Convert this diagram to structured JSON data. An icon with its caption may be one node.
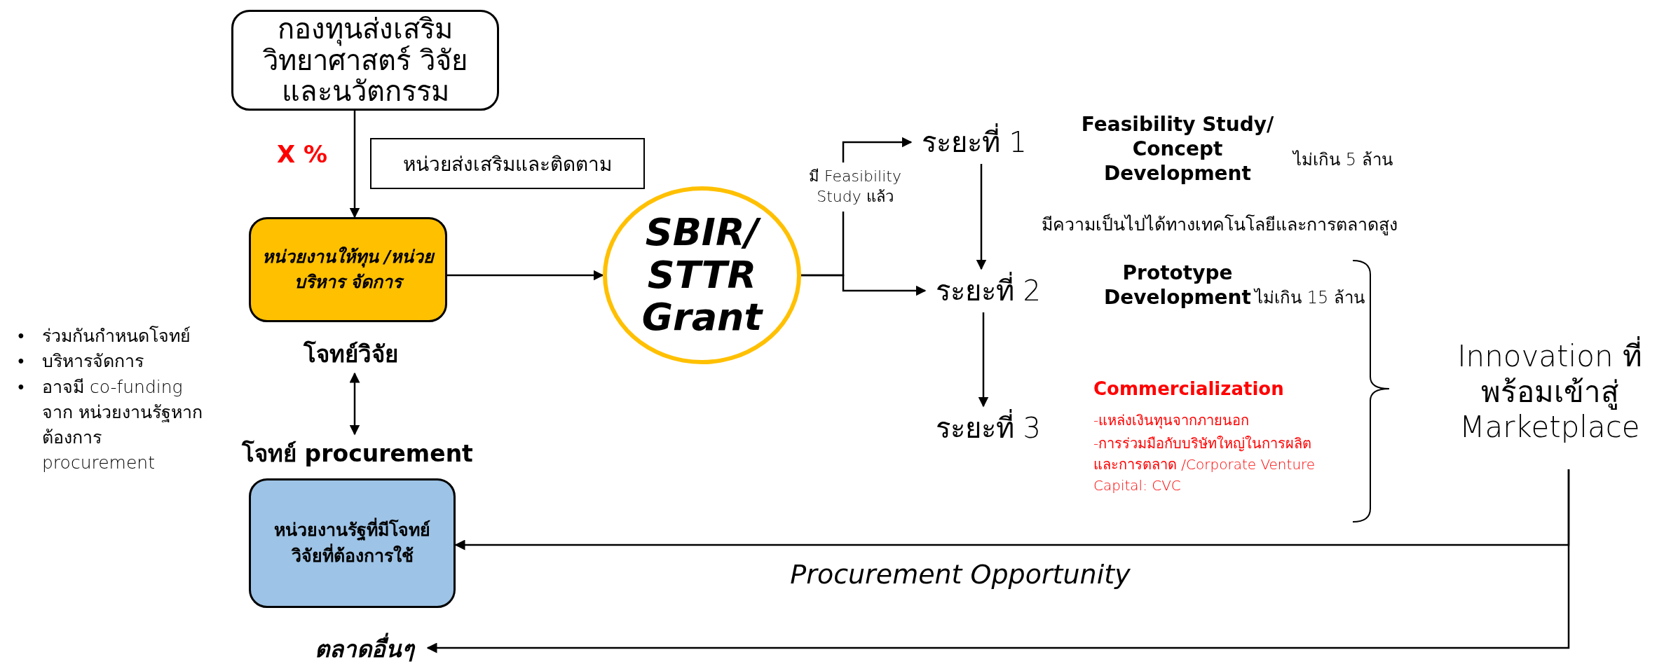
{
  "diagram": {
    "nodes": [
      {
        "text": [
          "กองทุนส่งเสริม วิทยาศาสตร์ วิจัย และนวัตกรรม"
        ]
      },
      {
        "text": [
          "หน่วยส่งเสริมและติดตาม"
        ]
      },
      {
        "text": [
          "หน่วยงานให้ทุน /หน่วยบริหาร จัดการ"
        ]
      },
      {
        "text": [
          "SBIR/ STTR Grant"
        ]
      },
      {
        "text": [
          "ระยะที่ 1"
        ]
      },
      {
        "text": [
          "ระยะที่ 2"
        ]
      },
      {
        "text": [
          "ระยะที่ 3"
        ]
      },
      {
        "text": [
          "โจทย์วิจัย"
        ]
      },
      {
        "text": [
          "โจทย์ procurement"
        ]
      },
      {
        "text": [
          "หน่วยงานรัฐที่มีโจทย์ วิจัยที่ต้องการใช้"
        ]
      },
      {
        "text": [
          "Innovation ที่ พร้อมเข้าสู่ Marketplace"
        ]
      },
      {
        "text": [
          "ตลาดอื่นๆ"
        ]
      }
    ],
    "edges": [
      {
        "from": 0,
        "to": 2,
        "arrow": "to"
      },
      {
        "from": 2,
        "to": 3,
        "arrow": "to"
      },
      {
        "from": 3,
        "to": 4,
        "arrow": "to",
        "label": "มี Feasibility Study แล้ว"
      },
      {
        "from": 3,
        "to": 5,
        "arrow": "to"
      },
      {
        "from": 4,
        "to": 5,
        "arrow": "to"
      },
      {
        "from": 5,
        "to": 6,
        "arrow": "to"
      },
      {
        "from": 7,
        "to": 8,
        "arrow": "both"
      },
      {
        "from": 10,
        "to": 9,
        "arrow": "to",
        "label": "Procurement Opportunity"
      },
      {
        "from": 10,
        "to": 11,
        "arrow": "to"
      }
    ],
    "labels": [
      "X %",
      "Feasibility Study/ Concept Development",
      "ไม่เกิน 5 ล้าน",
      "มีความเป็นไปได้ทางเทคโนโลยีและการตลาดสูง",
      "Prototype Development",
      "ไม่เกิน 15 ล้าน",
      "Commercialization",
      "-แหล่งเงินทุนจากภายนอก",
      "-การร่วมมือกับบริษัทใหญ่ในการผลิตและการตลาด /Corporate Venture Capital: CVC",
      "•",
      "ร่วมกันกำหนดโจทย์",
      "•",
      "บริหารจัดการ",
      "•",
      "อาจมี co-funding จาก หน่วยงานรัฐหาก ต้องการ procurement"
    ]
  }
}
